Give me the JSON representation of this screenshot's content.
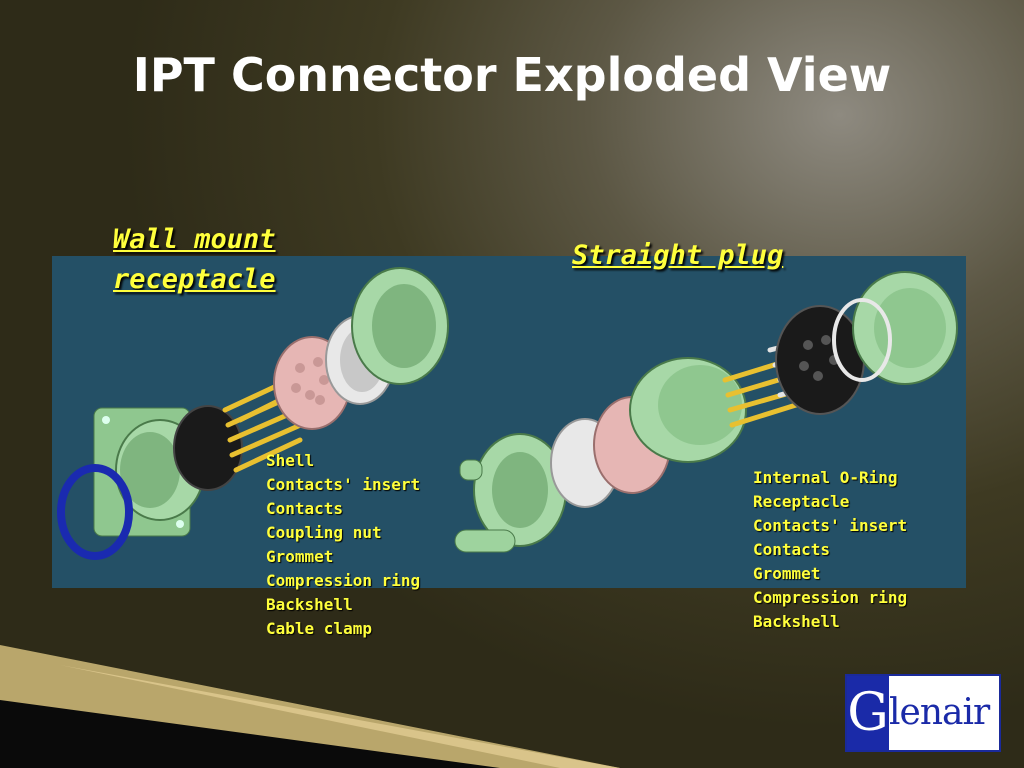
{
  "slide": {
    "title": "IPT Connector Exploded View",
    "left": {
      "heading_line1": "Wall mount",
      "heading_line2": "receptacle",
      "parts": [
        "Shell",
        "Contacts' insert",
        "Contacts",
        "Coupling nut",
        "Grommet",
        "Compression ring",
        "Backshell",
        "Cable clamp"
      ]
    },
    "right": {
      "heading": "Straight plug",
      "parts": [
        "Internal O-Ring",
        "Receptacle",
        "Contacts' insert",
        "Contacts",
        "Grommet",
        "Compression ring",
        "Backshell"
      ]
    },
    "logo": {
      "initial": "G",
      "text": "lenair"
    }
  },
  "colors": {
    "panel": "#245066",
    "label": "#ffff3c",
    "part_green": "#9ed39e",
    "insert_pink": "#e6b6b4",
    "grommet_black": "#1a1a1a",
    "contact_gold": "#e8c030",
    "oring_blue": "#1a2ab0",
    "logo_blue": "#1a2aa8"
  }
}
